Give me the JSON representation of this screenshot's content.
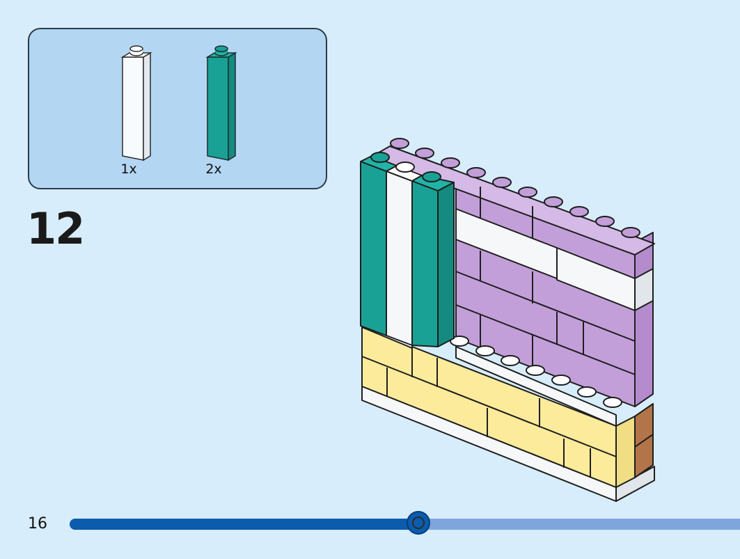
{
  "parts": [
    {
      "color_name": "white",
      "color": "#f8fbfd",
      "side": "#e3e9ee",
      "quantity": "1x"
    },
    {
      "color_name": "teal",
      "color": "#1aa196",
      "side": "#148a80",
      "quantity": "2x"
    }
  ],
  "step": {
    "number": "12"
  },
  "page": {
    "number": "16"
  },
  "progress": {
    "fraction": 0.52
  },
  "colors": {
    "background": "#d7edfb",
    "parts_box": "#b3d6f3",
    "lavender": "#c39fd9",
    "yellow": "#fbeb9b",
    "teal": "#1aa196",
    "white": "#f5f7f8",
    "brown": "#b3744a",
    "progress_fill": "#0b5cad",
    "progress_track": "#7ea6dc"
  }
}
